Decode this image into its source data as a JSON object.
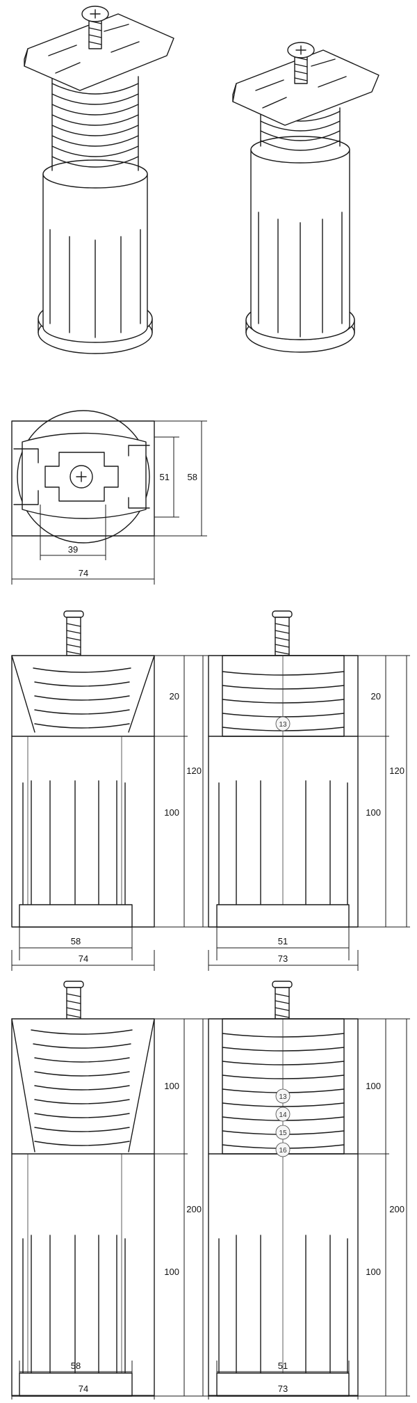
{
  "top_view": {
    "dims": [
      "51",
      "58",
      "39",
      "74"
    ]
  },
  "view_a": {
    "dims": [
      "20",
      "120",
      "100",
      "58",
      "74"
    ]
  },
  "view_b": {
    "dims": [
      "20",
      "120",
      "100",
      "51",
      "73"
    ],
    "marks": [
      "13"
    ]
  },
  "view_c": {
    "dims": [
      "100",
      "200",
      "100",
      "58",
      "74"
    ]
  },
  "view_d": {
    "dims": [
      "100",
      "200",
      "100",
      "51",
      "73"
    ],
    "marks": [
      "13",
      "14",
      "15",
      "16"
    ]
  }
}
